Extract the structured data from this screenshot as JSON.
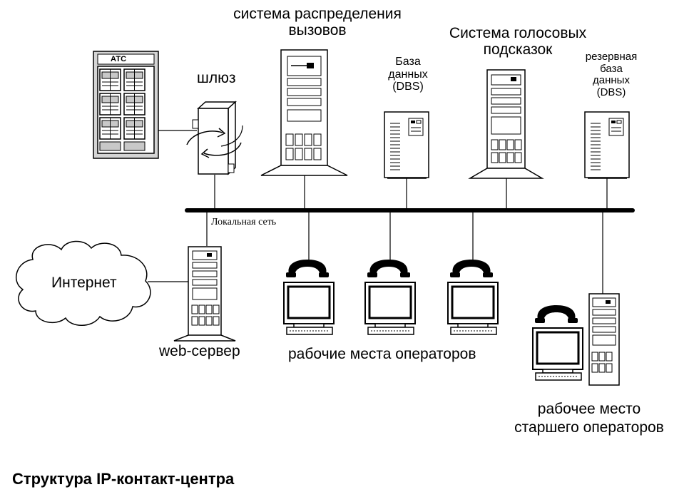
{
  "pbx": {
    "label": "АТС"
  },
  "gateway": {
    "label": "шлюз"
  },
  "acd": {
    "label_line1": "система распределения",
    "label_line2": "вызовов"
  },
  "db": {
    "label_line1": "База",
    "label_line2": "данных",
    "label_line3": "(DBS)"
  },
  "ivr": {
    "label_line1": "Система голосовых",
    "label_line2": "подсказок"
  },
  "backup_db": {
    "label_line1": "резервная",
    "label_line2": "база",
    "label_line3": "данных",
    "label_line4": "(DBS)"
  },
  "lan": {
    "label": "Локальная сеть"
  },
  "internet": {
    "label": "Интернет"
  },
  "web_server": {
    "label": "web-сервер"
  },
  "operators": {
    "label": "рабочие места операторов"
  },
  "supervisor": {
    "label_line1": "рабочее место",
    "label_line2": "старшего операторов"
  },
  "caption": "Структура IP-контакт-центра"
}
